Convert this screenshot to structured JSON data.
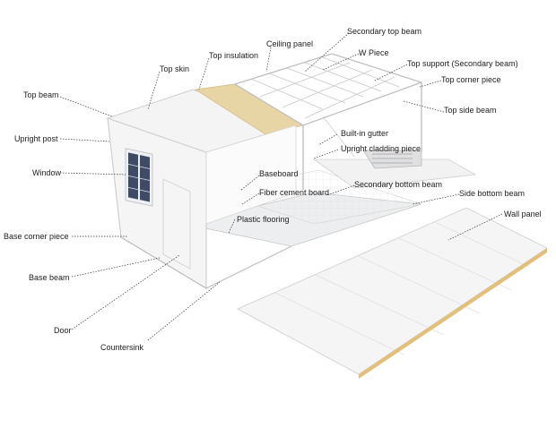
{
  "labels": {
    "secondary_top_beam": "Secondary top beam",
    "ceiling_panel": "Ceiling panel",
    "w_piece": "W  Piece",
    "top_insulation": "Top insulation",
    "top_skin": "Top skin",
    "top_support": "Top support  (Secondary beam)",
    "top_corner_piece": "Top corner piece",
    "top_beam": "Top beam",
    "top_side_beam": "Top side beam",
    "upright_post": "Upright post",
    "built_in_gutter": "Built-in gutter",
    "upright_cladding_piece": "Upright cladding piece",
    "window": "Window",
    "baseboard": "Baseboard",
    "secondary_bottom_beam": "Secondary bottom beam",
    "fiber_cement_board": "Fiber cement board",
    "side_bottom_beam": "Side bottom beam",
    "wall_panel": "Wall panel",
    "plastic_flooring": "Plastic flooring",
    "base_corner_piece": "Base corner piece",
    "base_beam": "Base beam",
    "door": "Door",
    "countersink": "Countersink"
  },
  "colors": {
    "insulation": "#e8d5a6",
    "panel_edge": "#e3c07a",
    "window_glass": "#3f4a66"
  }
}
